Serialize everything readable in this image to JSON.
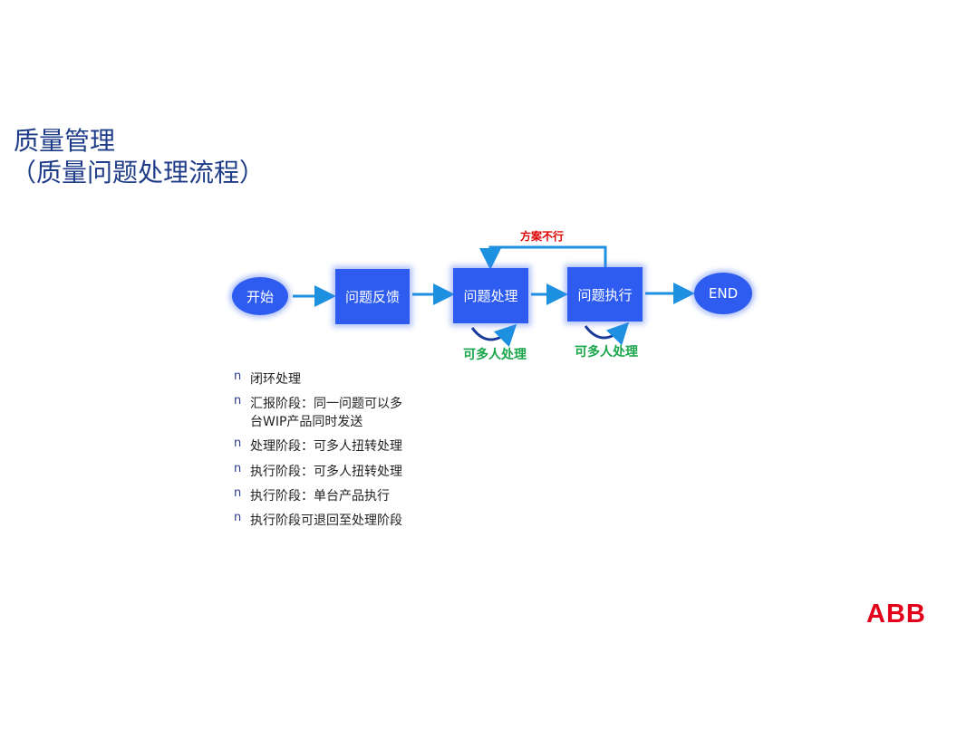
{
  "title": {
    "line1": "质量管理",
    "line2": "（质量问题处理流程）"
  },
  "flow": {
    "start": "开始",
    "step1": "问题反馈",
    "step2": "问题处理",
    "step3": "问题执行",
    "end": "END",
    "loop_label": "方案不行",
    "multi_label_1": "可多人处理",
    "multi_label_2": "可多人处理"
  },
  "bullets": [
    "闭环处理",
    "汇报阶段：同一问题可以多",
    "台WIP产品同时发送",
    "处理阶段：可多人扭转处理",
    "执行阶段：可多人扭转处理",
    "执行阶段：单台产品执行",
    "执行阶段可退回至处理阶段"
  ],
  "bullet_marker": "n",
  "logo": "ABB",
  "colors": {
    "title": "#1f3c88",
    "node": "#2f5cf0",
    "arrow": "#1e90e0",
    "loop_label": "#e00000",
    "multi_label": "#1aa64a",
    "logo": "#e2001a"
  }
}
